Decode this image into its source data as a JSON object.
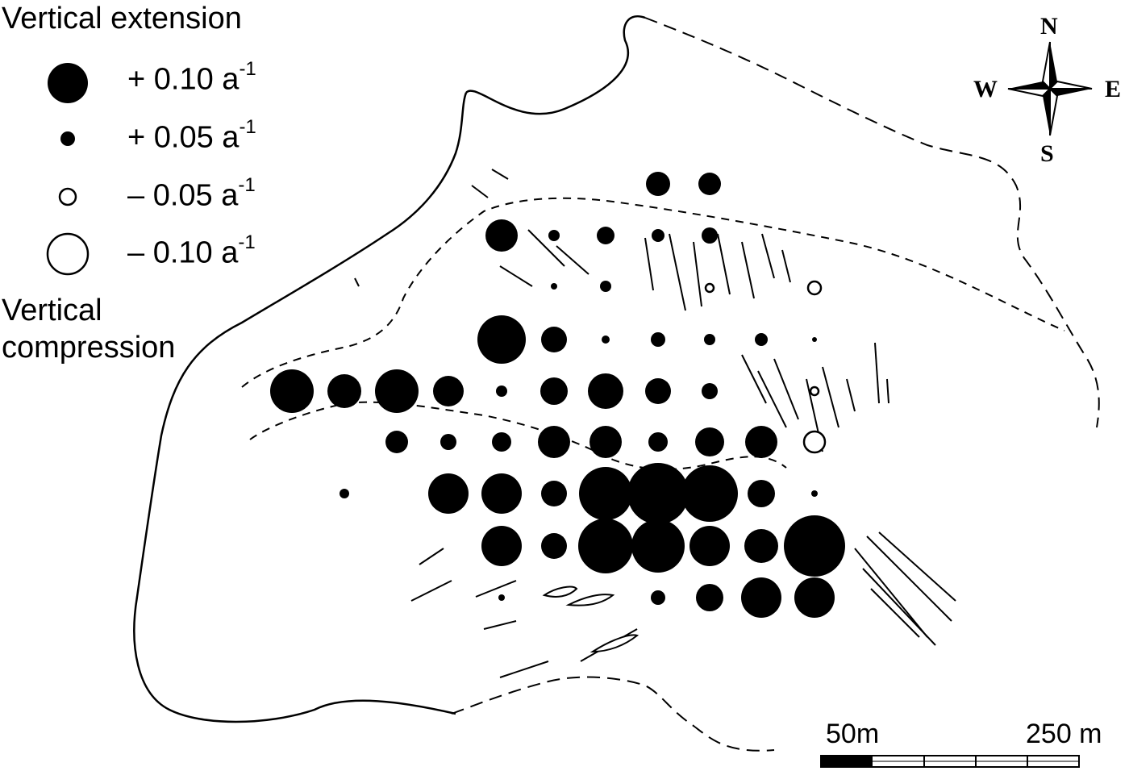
{
  "legend": {
    "extension_title": "Vertical extension",
    "compression_title_line1": "Vertical",
    "compression_title_line2": "compression",
    "items": [
      {
        "sign": "+",
        "value": "0.10",
        "unit": "a",
        "exp": "-1",
        "type": "filled",
        "rate": 0.1
      },
      {
        "sign": "+",
        "value": "0.05",
        "unit": "a",
        "exp": "-1",
        "type": "filled",
        "rate": 0.05
      },
      {
        "sign": "–",
        "value": "0.05",
        "unit": "a",
        "exp": "-1",
        "type": "open",
        "rate": -0.05
      },
      {
        "sign": "–",
        "value": "0.10",
        "unit": "a",
        "exp": "-1",
        "type": "open",
        "rate": -0.1
      }
    ]
  },
  "compass": {
    "n": "N",
    "s": "S",
    "e": "E",
    "w": "W"
  },
  "scale_bar": {
    "left_label": "50m",
    "right_label": "250 m"
  },
  "colors": {
    "ink": "#000000",
    "paper": "#ffffff"
  }
}
